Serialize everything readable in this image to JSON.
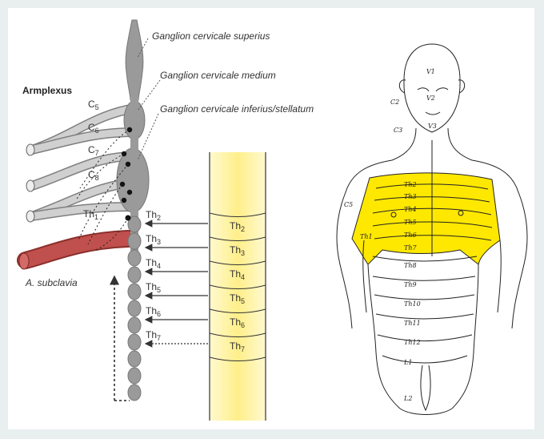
{
  "colors": {
    "background": "#e9eeee",
    "ganglion_chain": "#9a9a9a",
    "artery": "#c0504d",
    "dermatome_highlight": "#ffe800",
    "spinal_column": "#fff3a8"
  },
  "labels": {
    "armplexus": "Armplexus",
    "ganglion_superius": "Ganglion cervicale superius",
    "ganglion_medium": "Ganglion cervicale medium",
    "ganglion_inferius": "Ganglion cervicale inferius/stellatum",
    "subclavia": "A. subclavia"
  },
  "cervical_roots": [
    {
      "letter": "C",
      "sub": "5"
    },
    {
      "letter": "C",
      "sub": "6"
    },
    {
      "letter": "C",
      "sub": "7"
    },
    {
      "letter": "C",
      "sub": "8"
    },
    {
      "letter": "Th",
      "sub": "1"
    }
  ],
  "chain_levels": [
    {
      "letter": "Th",
      "sub": "2",
      "arrow": "solid"
    },
    {
      "letter": "Th",
      "sub": "3",
      "arrow": "solid"
    },
    {
      "letter": "Th",
      "sub": "4",
      "arrow": "solid"
    },
    {
      "letter": "Th",
      "sub": "5",
      "arrow": "solid"
    },
    {
      "letter": "Th",
      "sub": "6",
      "arrow": "solid"
    },
    {
      "letter": "Th",
      "sub": "7",
      "arrow": "dotted"
    }
  ],
  "column_segments": [
    {
      "letter": "Th",
      "sub": "2"
    },
    {
      "letter": "Th",
      "sub": "3"
    },
    {
      "letter": "Th",
      "sub": "4"
    },
    {
      "letter": "Th",
      "sub": "5"
    },
    {
      "letter": "Th",
      "sub": "6"
    },
    {
      "letter": "Th",
      "sub": "7"
    }
  ],
  "body_labels": {
    "face": [
      "V1",
      "V2",
      "V3"
    ],
    "neck": [
      "C2",
      "C3"
    ],
    "trunk": [
      "Th2",
      "Th3",
      "Th4",
      "Th5",
      "Th6",
      "Th7",
      "Th8",
      "Th9",
      "Th10",
      "Th11",
      "Th12",
      "L1",
      "L2"
    ],
    "arm": [
      "C5",
      "Th1"
    ]
  }
}
